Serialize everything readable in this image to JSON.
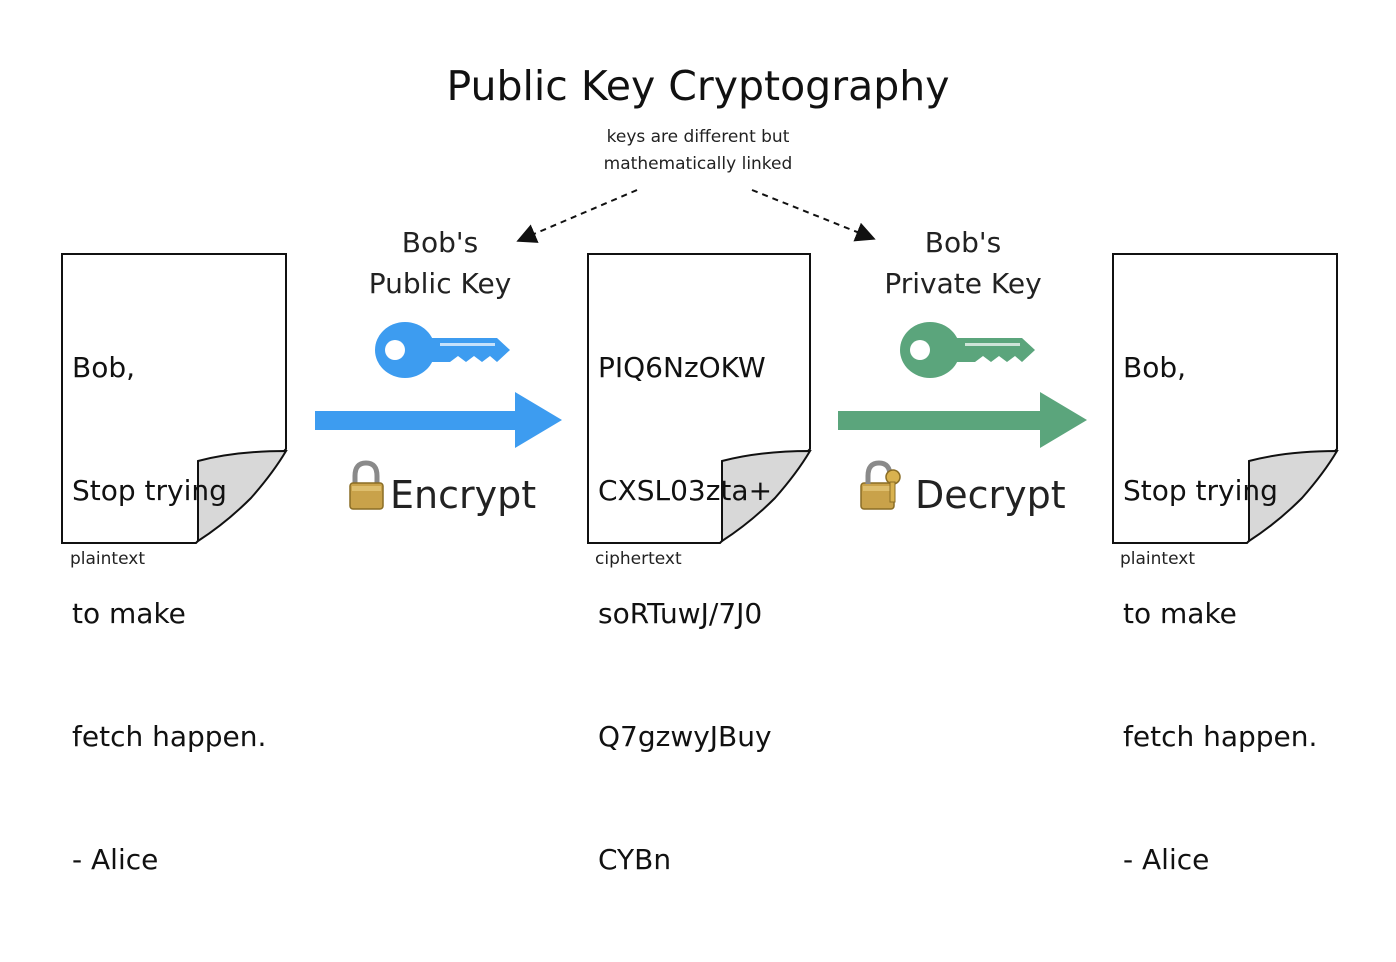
{
  "title": "Public Key Cryptography",
  "subtitle": [
    "keys are different but",
    "mathematically linked"
  ],
  "public_key_label": [
    "Bob's",
    "Public Key"
  ],
  "private_key_label": [
    "Bob's",
    "Private Key"
  ],
  "plaintext_left": [
    "Bob,",
    "Stop trying",
    "to make",
    "fetch happen.",
    "- Alice"
  ],
  "ciphertext": [
    "PIQ6NzOKW",
    "CXSL03zta+",
    "soRTuwJ/7J0",
    "Q7gzwyJBuy",
    "CYBn"
  ],
  "plaintext_right": [
    "Bob,",
    "Stop trying",
    "to make",
    "fetch happen.",
    "- Alice"
  ],
  "captions": {
    "left": "plaintext",
    "middle": "ciphertext",
    "right": "plaintext"
  },
  "actions": {
    "encrypt": "Encrypt",
    "decrypt": "Decrypt"
  },
  "colors": {
    "public": "#3d9cf0",
    "private": "#5ba57c",
    "lock": "#c9a24a"
  },
  "icons": [
    "key-icon",
    "lock-icon",
    "unlock-icon",
    "arrow-icon"
  ]
}
